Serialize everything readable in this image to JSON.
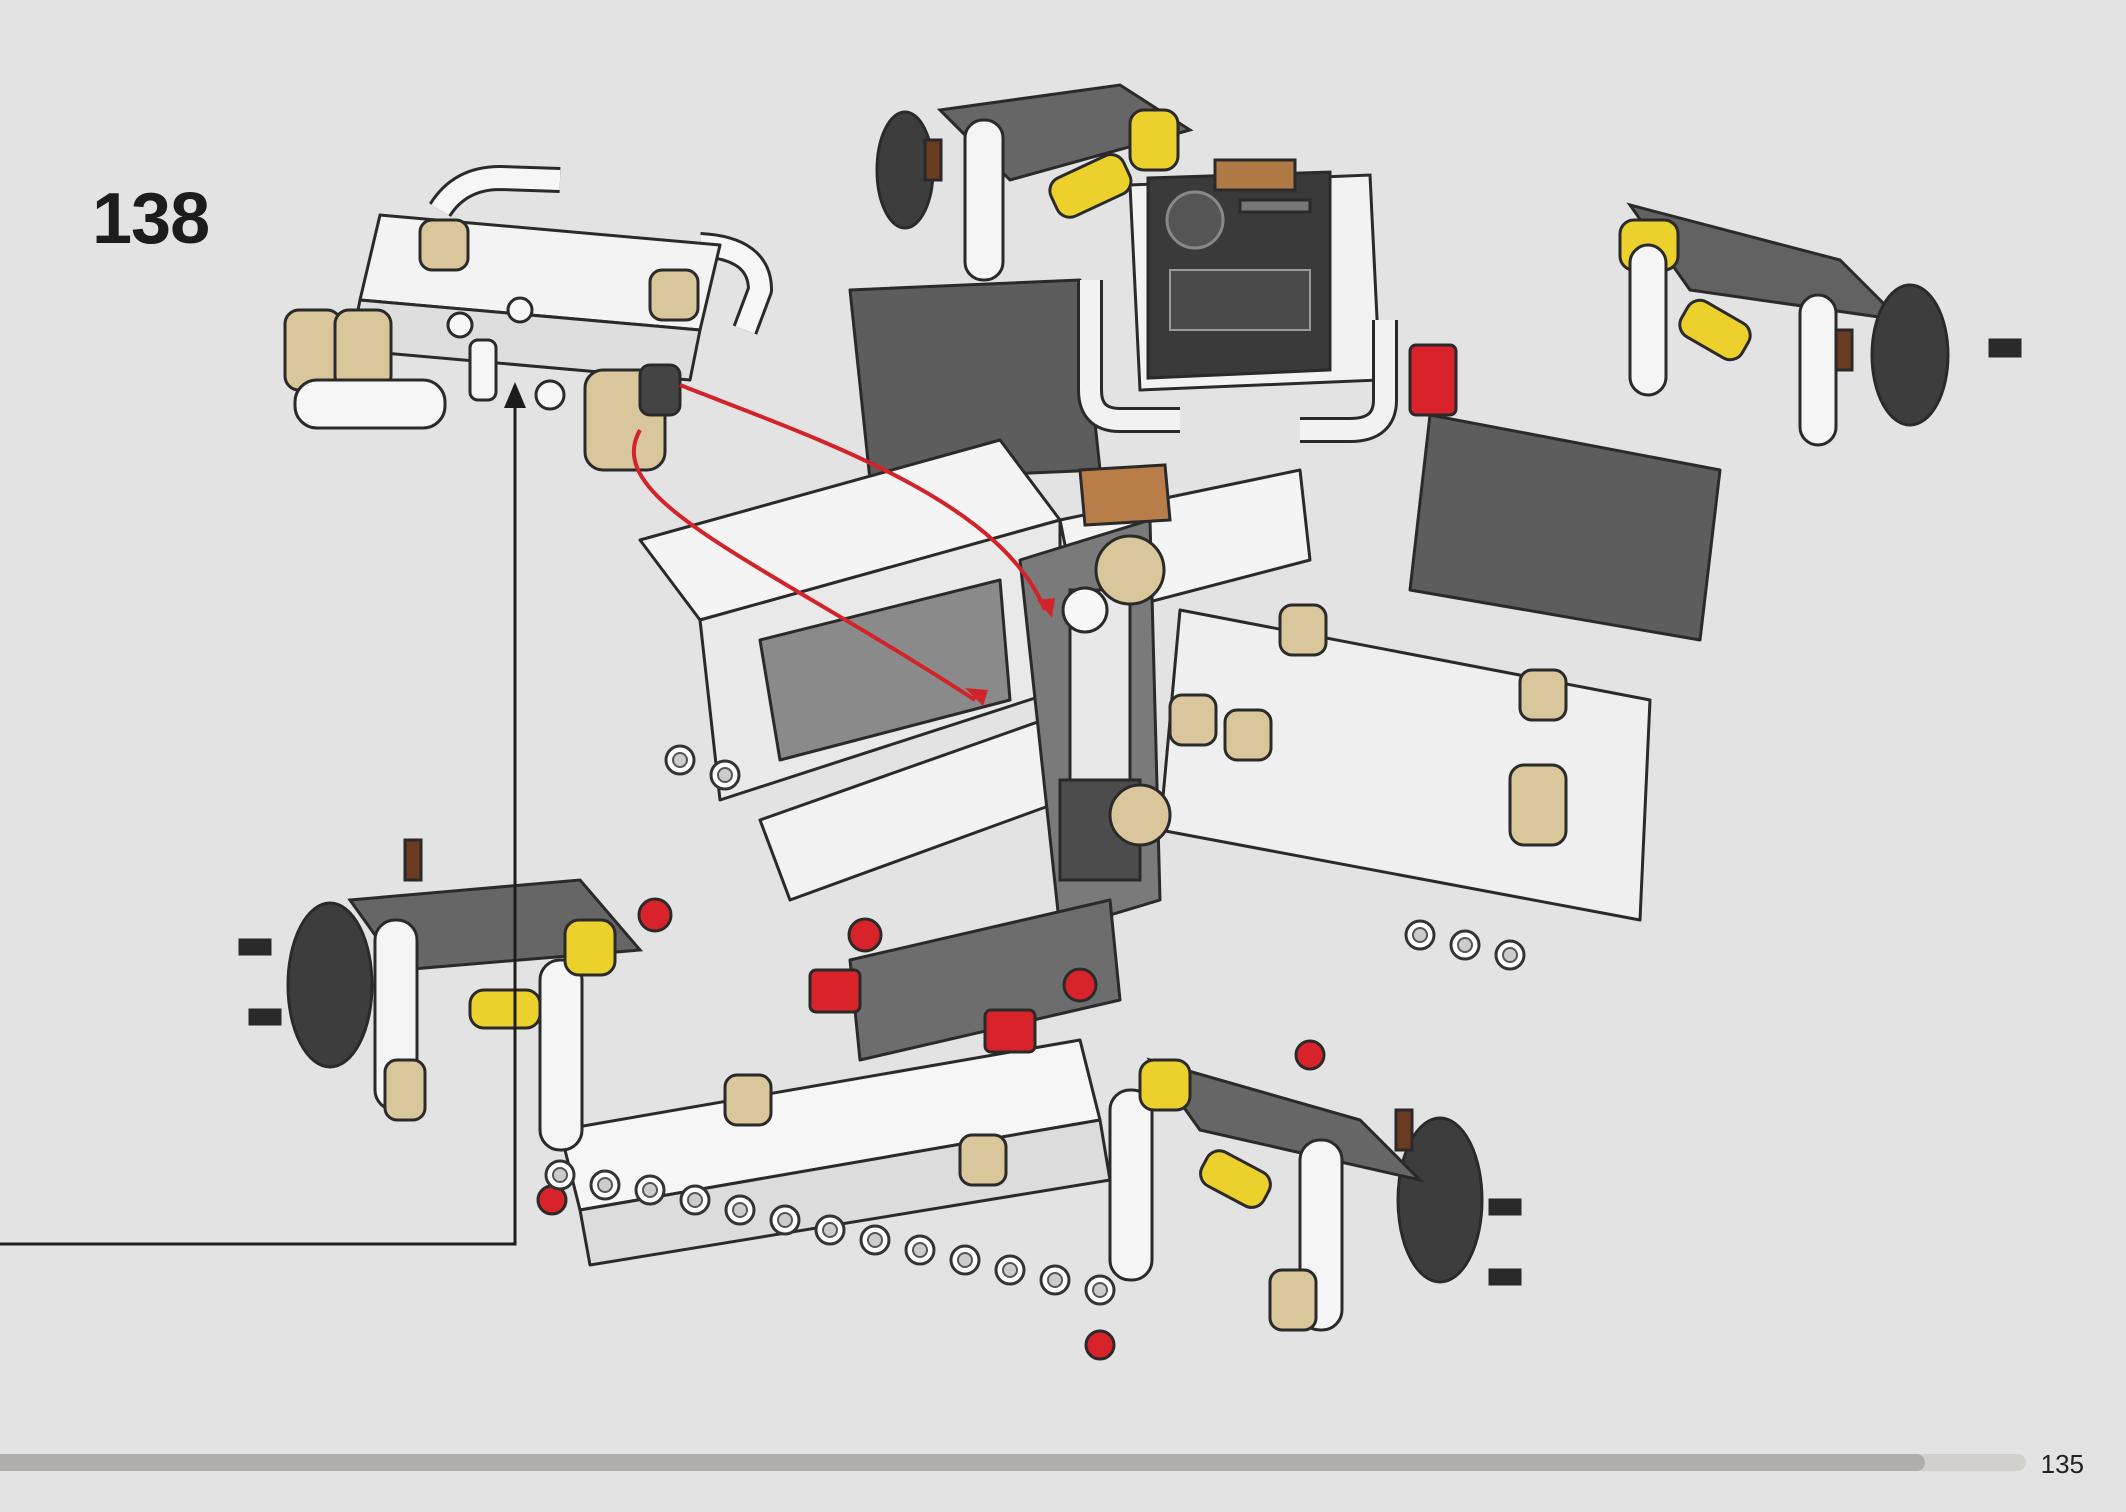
{
  "instruction": {
    "step_number": "138",
    "page_number": "135"
  },
  "progress": {
    "fraction": 0.95
  },
  "colors": {
    "background": "#e3e3e3",
    "callout_arrow": "#1c1c1c",
    "placement_arrow": "#d2232a"
  }
}
